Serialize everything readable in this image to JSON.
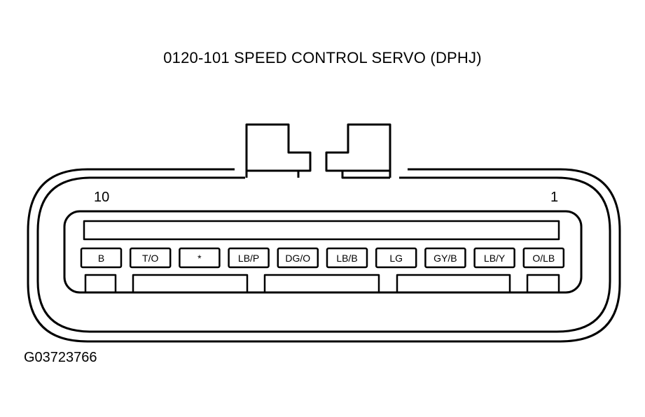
{
  "title": "0120-101 SPEED CONTROL SERVO (DPHJ)",
  "figure_id": "G03723766",
  "pin_numbers": {
    "left": "10",
    "right": "1"
  },
  "pins": [
    "B",
    "T/O",
    "*",
    "LB/P",
    "DG/O",
    "LB/B",
    "LG",
    "GY/B",
    "LB/Y",
    "O/LB"
  ],
  "colors": {
    "line": "#000000",
    "background": "#ffffff"
  }
}
